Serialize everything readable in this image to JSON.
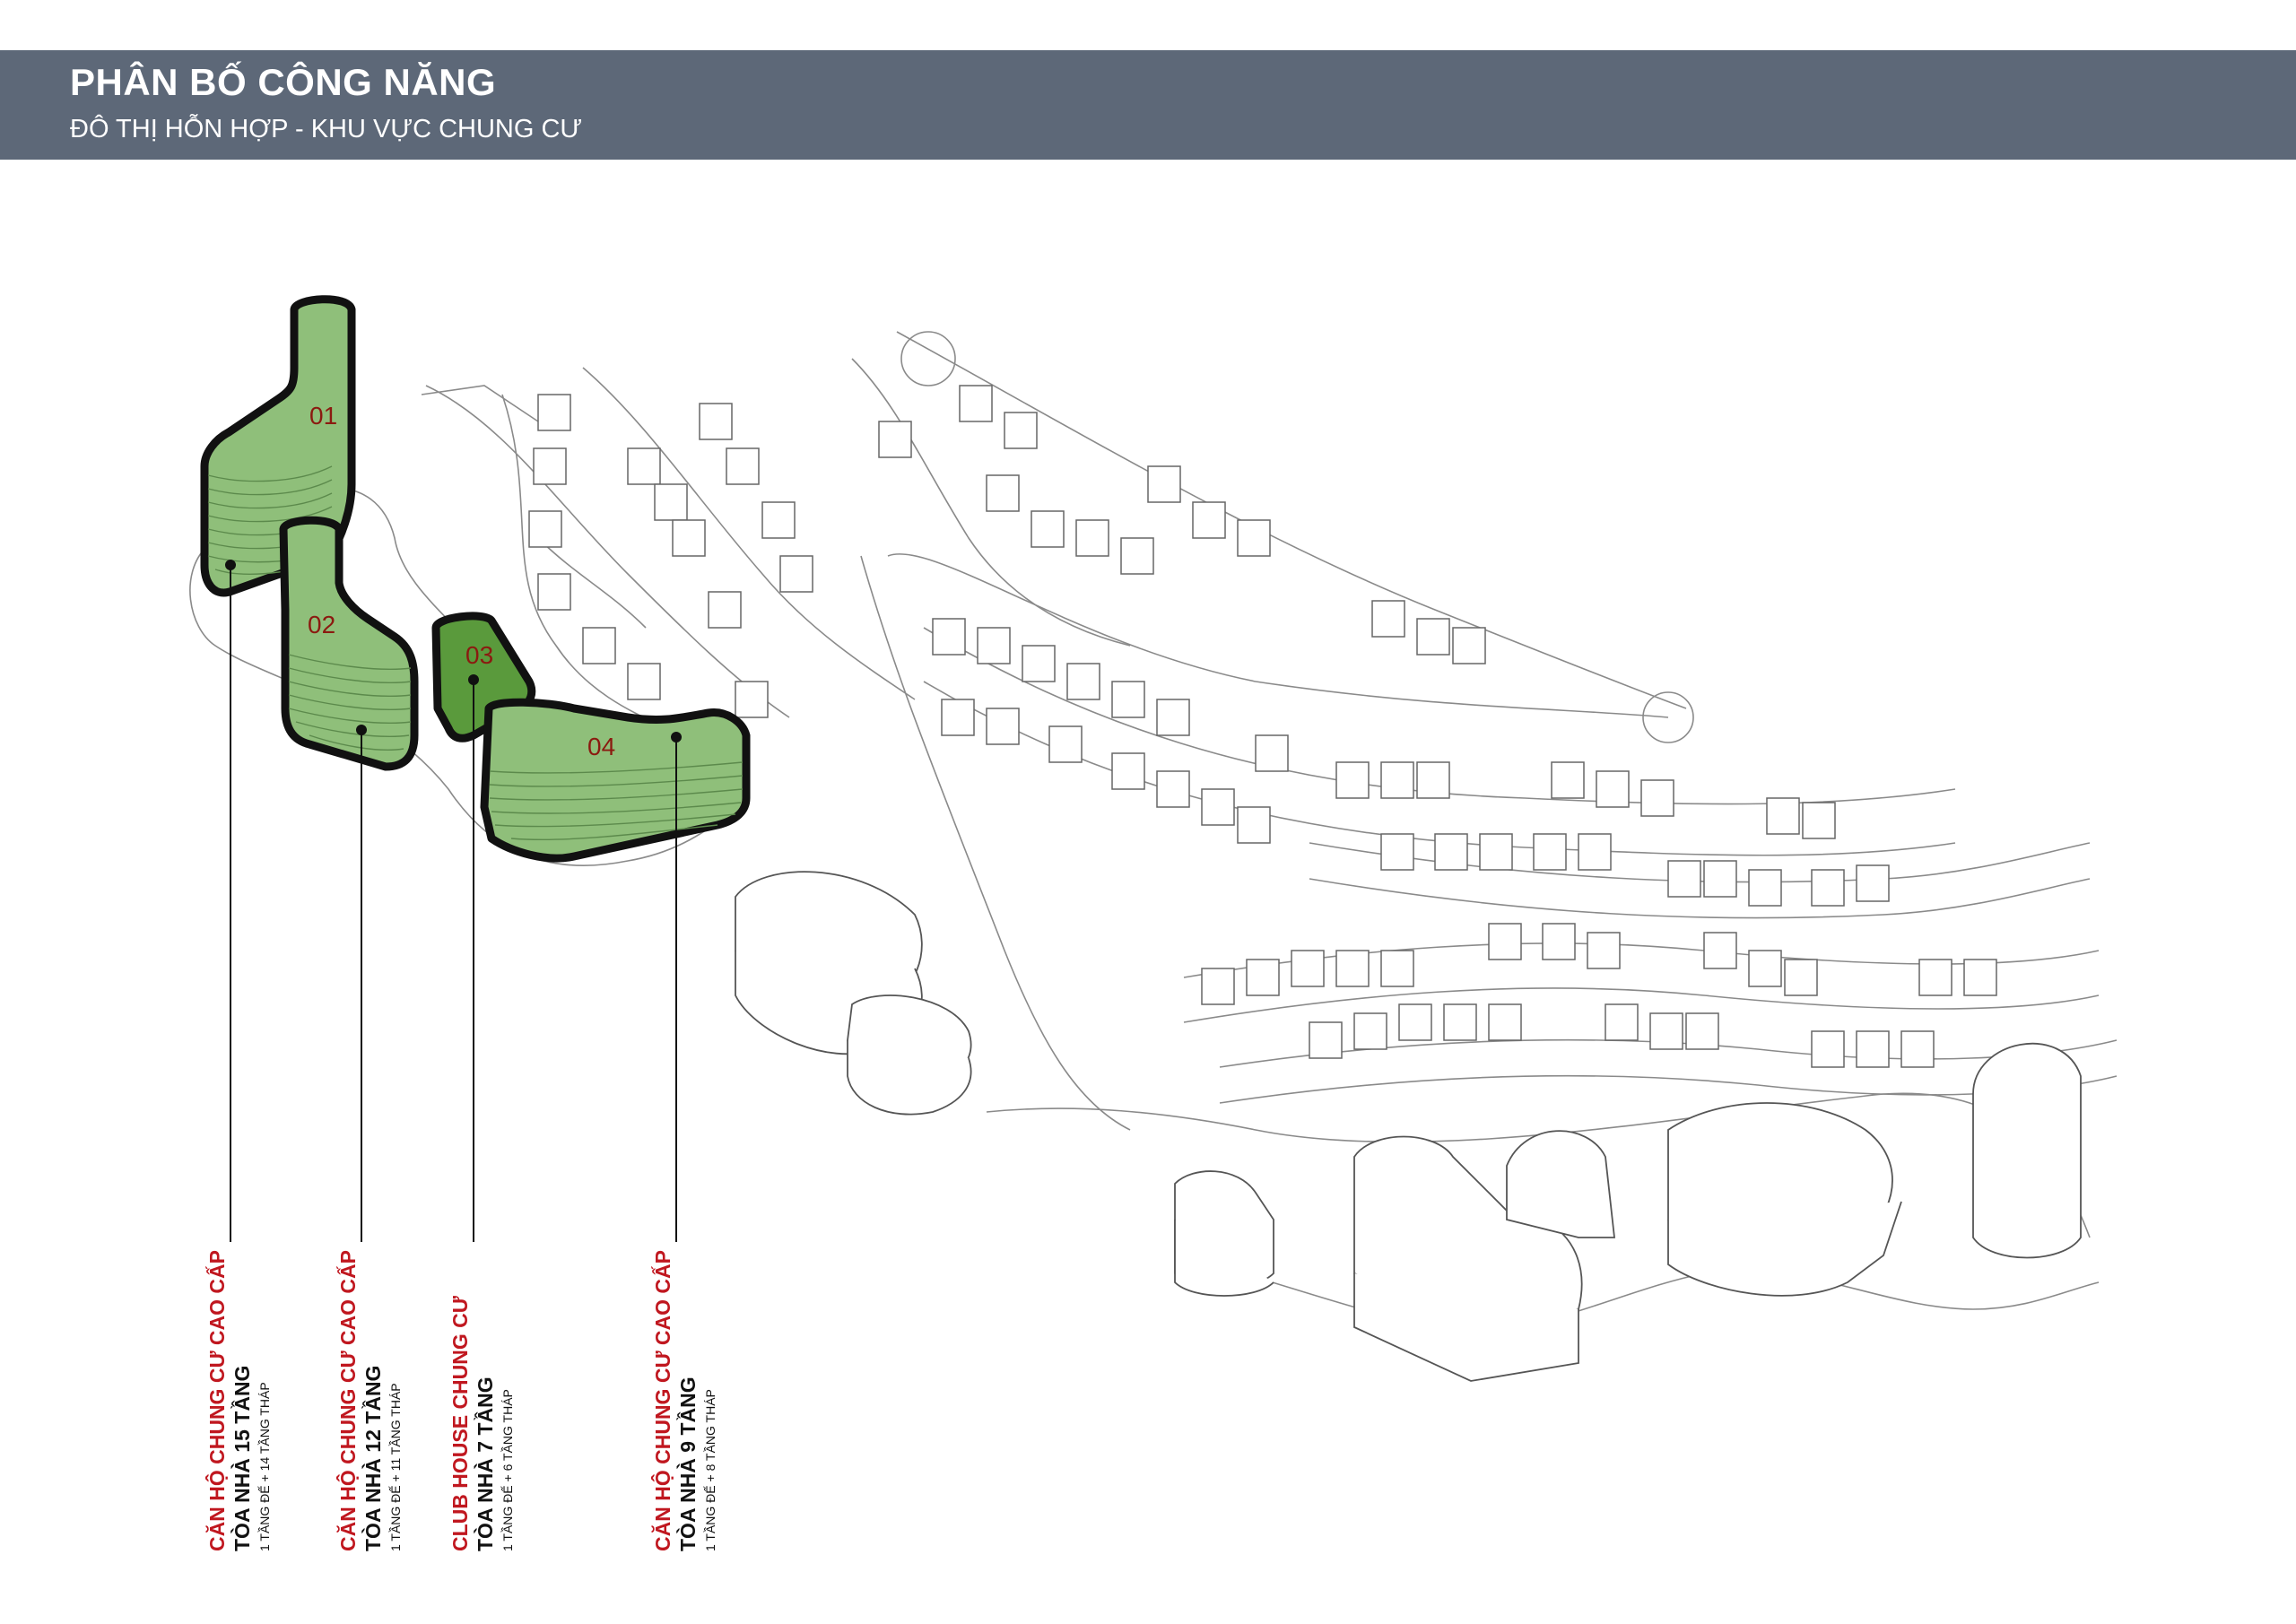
{
  "header": {
    "title": "PHÂN BỐ CÔNG NĂNG",
    "subtitle": "ĐÔ THỊ HỖN HỢP - KHU VỰC CHUNG CƯ"
  },
  "buildings": [
    {
      "number": "01",
      "type": "CĂN HỘ CHUNG CƯ CAO CẤP",
      "floors": "TÒA NHÀ 15 TẦNG",
      "detail": "1 TẦNG ĐẾ + 14 TẦNG THÁP",
      "fill": "#8fbf7a"
    },
    {
      "number": "02",
      "type": "CĂN HỘ CHUNG CƯ CAO CẤP",
      "floors": "TÒA NHÀ 12 TẦNG",
      "detail": "1 TẦNG ĐẾ + 11 TẦNG THÁP",
      "fill": "#8fbf7a"
    },
    {
      "number": "03",
      "type": "CLUB HOUSE CHUNG CƯ",
      "floors": "TÒA NHÀ 7 TẦNG",
      "detail": "1 TẦNG ĐẾ + 6 TẦNG THÁP",
      "fill": "#5a9a3c"
    },
    {
      "number": "04",
      "type": "CĂN HỘ CHUNG CƯ CAO CẤP",
      "floors": "TÒA NHÀ 9 TẦNG",
      "detail": "1 TẦNG ĐẾ + 8 TẦNG THÁP",
      "fill": "#8fbf7a"
    }
  ],
  "colors": {
    "header_bg": "#5d6878",
    "label_red": "#c0171f",
    "outline": "#111111"
  }
}
